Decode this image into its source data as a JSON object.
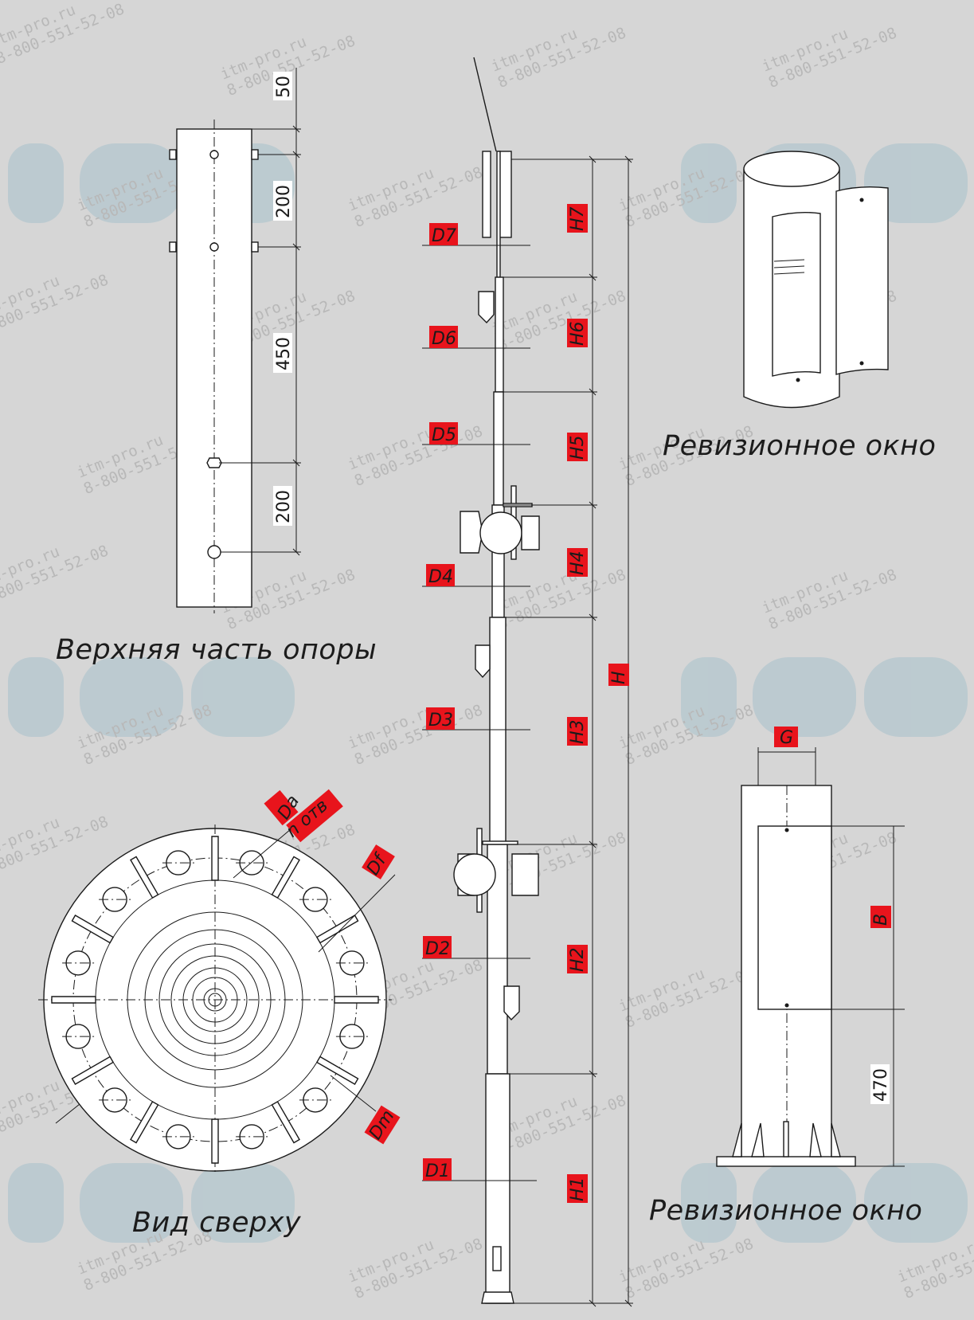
{
  "captions": {
    "top_part": "Верхняя часть опоры",
    "top_view": "Вид сверху",
    "inspection_window_1": "Ревизионное окно",
    "inspection_window_2": "Ревизионное окно"
  },
  "top_part_dims": [
    "50",
    "200",
    "450",
    "200"
  ],
  "pole_labels": {
    "D7": "D7",
    "D6": "D6",
    "D5": "D5",
    "D4": "D4",
    "D3": "D3",
    "D2": "D2",
    "D1": "D1",
    "H7": "H7",
    "H6": "H6",
    "H5": "H5",
    "H4": "H4",
    "H3": "H3",
    "H2": "H2",
    "H1": "H1",
    "H": "H"
  },
  "top_view_labels": {
    "Da": "Da",
    "n_otv": "n отв",
    "Df": "Df",
    "Dm": "Dm"
  },
  "window_labels": {
    "G": "G",
    "B": "B",
    "dim_470": "470"
  },
  "watermark": {
    "site": "itm-pro.ru",
    "phone": "8-800-551-52-08",
    "logo": "itm"
  },
  "colors": {
    "label_red": "#e8141c",
    "background": "#d6d6d6",
    "logo_blue": "#a8c2cc"
  }
}
